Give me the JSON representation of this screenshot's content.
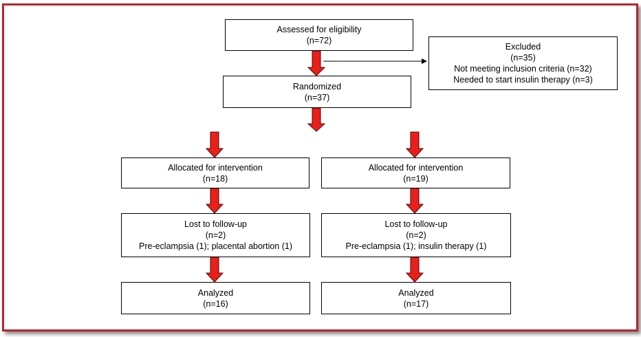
{
  "diagram": {
    "assessed": {
      "title": "Assessed for eligibility",
      "count": "(n=72)"
    },
    "excluded": {
      "title": "Excluded",
      "count": "(n=35)",
      "reason1": "Not meeting inclusion criteria (n=32)",
      "reason2": "Needed to start insulin therapy (n=3)"
    },
    "randomized": {
      "title": "Randomized",
      "count": "(n=37)"
    },
    "left": {
      "allocated": {
        "title": "Allocated for intervention",
        "count": "(n=18)"
      },
      "lost": {
        "title": "Lost to follow-up",
        "count": "(n=2)",
        "detail": "Pre-eclampsia (1); placental abortion (1)"
      },
      "analyzed": {
        "title": "Analyzed",
        "count": "(n=16)"
      }
    },
    "right": {
      "allocated": {
        "title": "Allocated for intervention",
        "count": "(n=19)"
      },
      "lost": {
        "title": "Lost to follow-up",
        "count": "(n=2)",
        "detail": "Pre-eclampsia (1); insulin therapy (1)"
      },
      "analyzed": {
        "title": "Analyzed",
        "count": "(n=17)"
      }
    },
    "colors": {
      "frame": "#b3262c",
      "arrow_fill": "#e8201c",
      "arrow_stroke": "#5a0000"
    }
  }
}
